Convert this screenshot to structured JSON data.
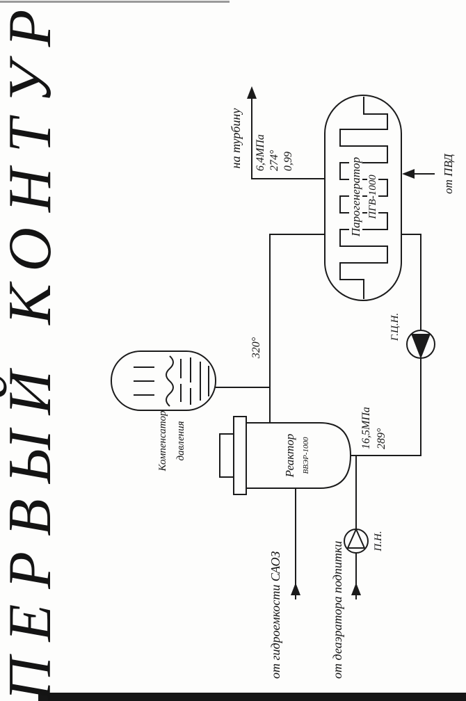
{
  "title": "ПЕРВЫЙ КОНТУР",
  "steam_generator": {
    "name": "Парогенератор",
    "model": "ПГВ-1000"
  },
  "pressurizer": {
    "label_line1": "Компенсатор",
    "label_line2": "давления"
  },
  "reactor": {
    "name": "Реактор",
    "model": "ВВЭР-1000"
  },
  "pumps": {
    "main_circulation_label": "Г.Ц.Н.",
    "makeup_label": "П.Н."
  },
  "labels": {
    "to_turbine": "на турбину",
    "steam_pressure": "6,4МПа",
    "steam_temperature": "274°",
    "steam_dryness": "0,99",
    "from_hp_heaters": "от ПВД",
    "hot_leg_temperature": "320°",
    "primary_pressure": "16,5МПа",
    "cold_leg_temperature": "289°",
    "from_hydro_tanks": "от гидроемкости САОЗ",
    "from_makeup_deaerator": "от деаэратора подпитки"
  }
}
